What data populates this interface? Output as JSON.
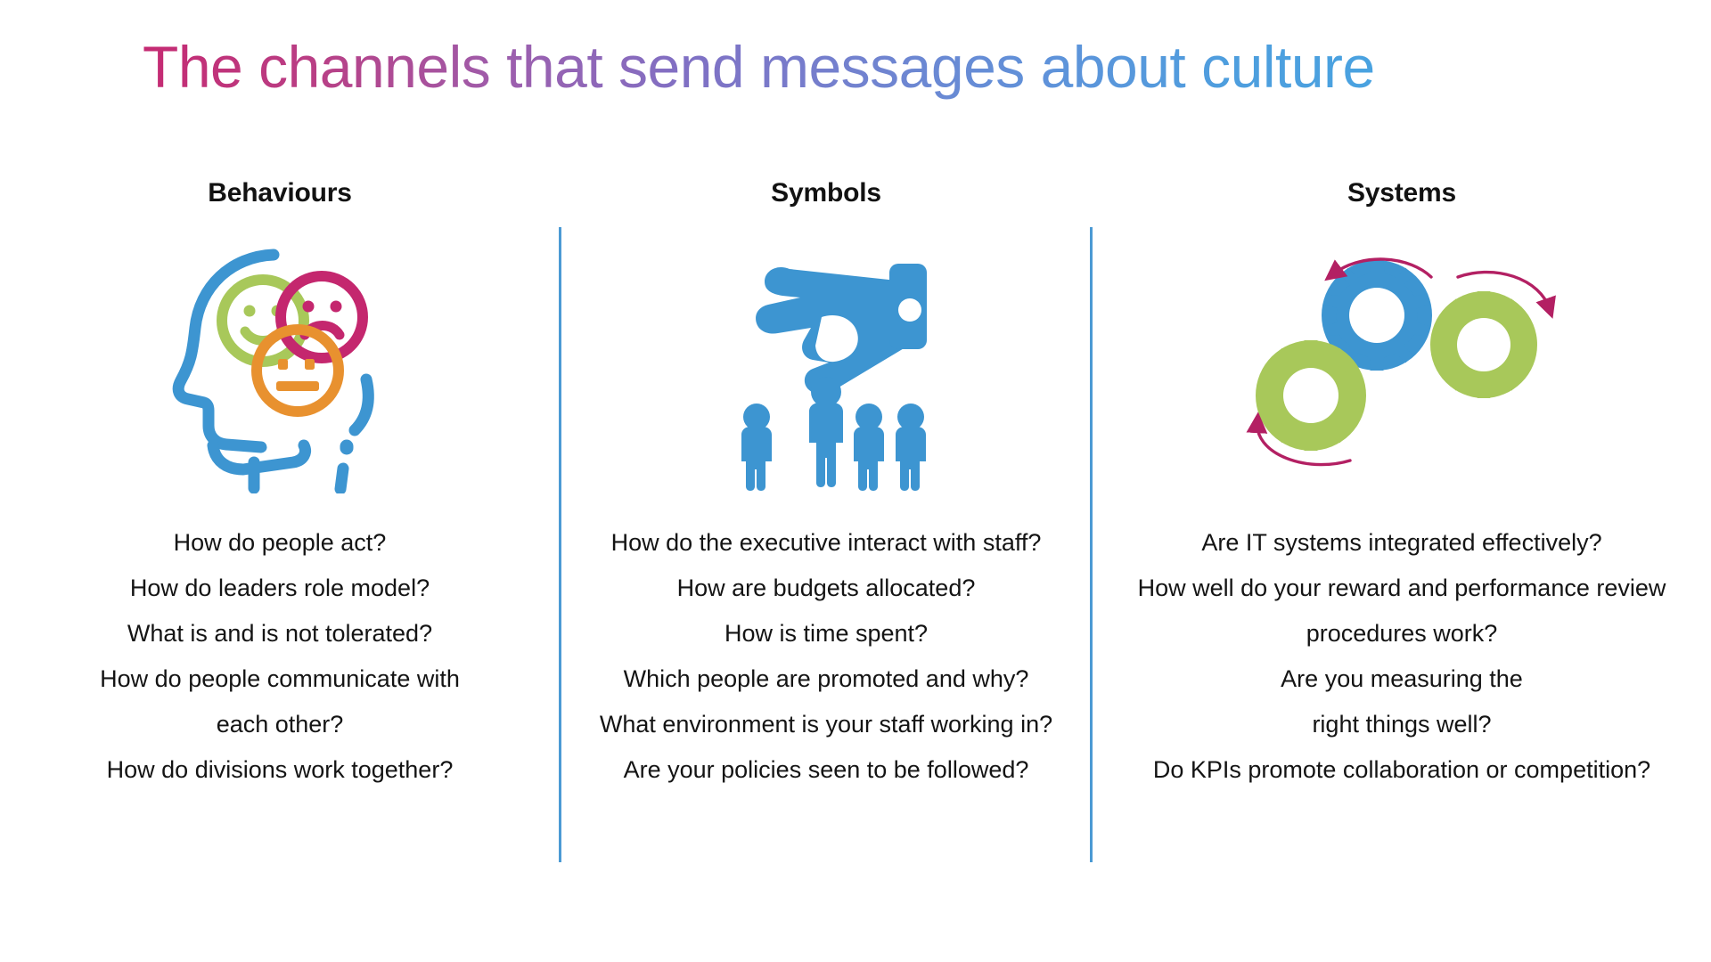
{
  "title": "The channels that send messages about culture",
  "title_gradient": {
    "start": "#c52a72",
    "mid": "#7b77c8",
    "end": "#49a2e0"
  },
  "divider_color": "#4b9ad4",
  "palette": {
    "blue": "#3d95d1",
    "green": "#a8c85a",
    "magenta": "#c4276e",
    "orange": "#e8912f",
    "text": "#141414"
  },
  "columns": [
    {
      "heading": "Behaviours",
      "icon": "head-with-emotion-faces-icon",
      "questions": [
        "How do people act?",
        "How do leaders role model?",
        "What is and is not tolerated?",
        "How do people communicate with each other?",
        "How do divisions work together?"
      ]
    },
    {
      "heading": "Symbols",
      "icon": "megaphone-with-people-icon",
      "questions": [
        "How do the executive interact with staff?",
        "How are budgets allocated?",
        "How is time spent?",
        "Which people are promoted and why?",
        "What environment is your staff working in?",
        "Are your policies seen to be followed?"
      ]
    },
    {
      "heading": "Systems",
      "icon": "three-gears-with-arrows-icon",
      "questions": [
        "Are IT systems integrated effectively?",
        "How well do your reward and performance review procedures work?",
        "Are you measuring the right things well?",
        "Do KPIs promote collaboration or competition?"
      ]
    }
  ]
}
